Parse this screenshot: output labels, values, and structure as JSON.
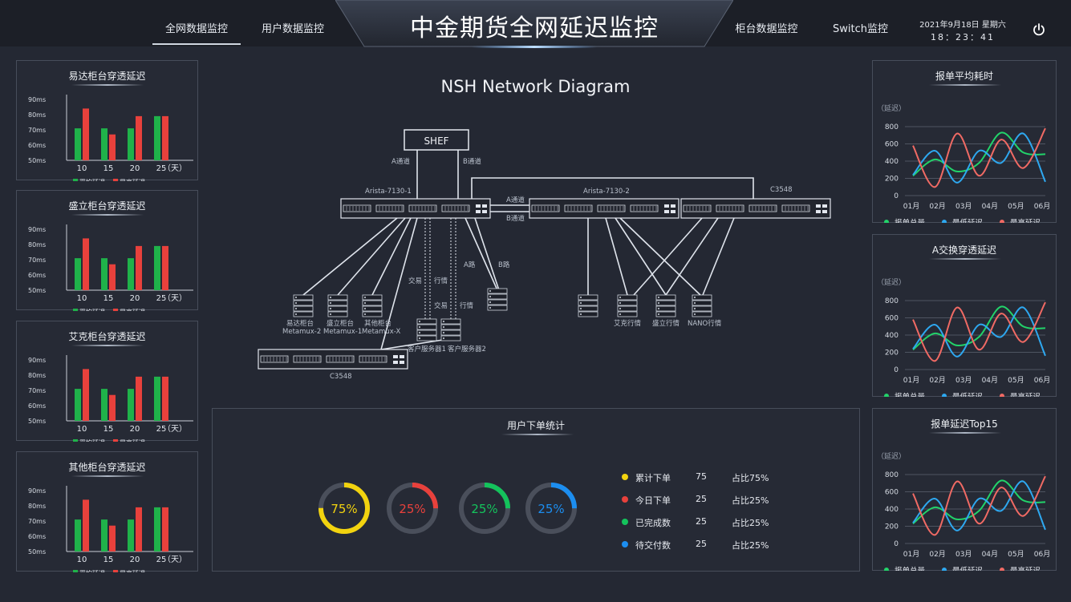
{
  "header": {
    "title": "中金期货全网延迟监控",
    "nav_left": [
      "全网数据监控",
      "用户数据监控"
    ],
    "nav_right": [
      "柜台数据监控",
      "Switch监控"
    ],
    "date": "2021年9月18日  星期六",
    "time": "18：23：41",
    "power_icon": "power-icon"
  },
  "left_panels": [
    {
      "title": "易达柜台穿透延迟"
    },
    {
      "title": "盛立柜台穿透延迟"
    },
    {
      "title": "艾克柜台穿透延迟"
    },
    {
      "title": "其他柜台穿透延迟"
    }
  ],
  "bar_chart_common": {
    "y_ticks": [
      "90ms",
      "80ms",
      "70ms",
      "60ms",
      "50ms"
    ],
    "x_unit": "（天）",
    "legend": [
      "平均延迟",
      "最高延迟"
    ],
    "colors": {
      "avg": "#1fb24a",
      "max": "#e8413c"
    }
  },
  "chart_data": [
    {
      "type": "bar",
      "title": "易达柜台穿透延迟",
      "categories": [
        "10",
        "15",
        "20",
        "25"
      ],
      "ylim": [
        50,
        90
      ],
      "series": [
        {
          "name": "平均延迟",
          "values": [
            71,
            71,
            71,
            79
          ]
        },
        {
          "name": "最高延迟",
          "values": [
            84,
            67,
            79,
            79
          ]
        }
      ]
    },
    {
      "type": "bar",
      "title": "盛立柜台穿透延迟",
      "categories": [
        "10",
        "15",
        "20",
        "25"
      ],
      "ylim": [
        50,
        90
      ],
      "series": [
        {
          "name": "平均延迟",
          "values": [
            71,
            71,
            71,
            79
          ]
        },
        {
          "name": "最高延迟",
          "values": [
            84,
            67,
            79,
            79
          ]
        }
      ]
    },
    {
      "type": "bar",
      "title": "艾克柜台穿透延迟",
      "categories": [
        "10",
        "15",
        "20",
        "25"
      ],
      "ylim": [
        50,
        90
      ],
      "series": [
        {
          "name": "平均延迟",
          "values": [
            71,
            71,
            71,
            79
          ]
        },
        {
          "name": "最高延迟",
          "values": [
            84,
            67,
            79,
            79
          ]
        }
      ]
    },
    {
      "type": "bar",
      "title": "其他柜台穿透延迟",
      "categories": [
        "10",
        "15",
        "20",
        "25"
      ],
      "ylim": [
        50,
        90
      ],
      "series": [
        {
          "name": "平均延迟",
          "values": [
            71,
            71,
            71,
            79
          ]
        },
        {
          "name": "最高延迟",
          "values": [
            84,
            67,
            79,
            79
          ]
        }
      ]
    },
    {
      "type": "line",
      "title": "报单平均耗时",
      "ylabel": "（延迟）",
      "categories": [
        "01月",
        "02月",
        "03月",
        "04月",
        "05月",
        "06月"
      ],
      "ylim": [
        0,
        800
      ],
      "series": [
        {
          "name": "报单总量",
          "values": [
            230,
            420,
            280,
            380,
            730,
            500,
            480
          ]
        },
        {
          "name": "最低延迟",
          "values": [
            240,
            520,
            150,
            520,
            380,
            720,
            160
          ]
        },
        {
          "name": "最高延迟",
          "values": [
            580,
            100,
            720,
            230,
            650,
            320,
            780
          ]
        }
      ]
    },
    {
      "type": "line",
      "title": "A交换穿透延迟",
      "ylabel": "（延迟）",
      "categories": [
        "01月",
        "02月",
        "03月",
        "04月",
        "05月",
        "06月"
      ],
      "ylim": [
        0,
        800
      ],
      "series": [
        {
          "name": "报单总量",
          "values": [
            230,
            420,
            280,
            380,
            730,
            500,
            480
          ]
        },
        {
          "name": "最低延迟",
          "values": [
            240,
            520,
            150,
            520,
            380,
            720,
            160
          ]
        },
        {
          "name": "最高延迟",
          "values": [
            580,
            100,
            720,
            230,
            650,
            320,
            780
          ]
        }
      ]
    },
    {
      "type": "line",
      "title": "报单延迟Top15",
      "ylabel": "（延迟）",
      "categories": [
        "01月",
        "02月",
        "03月",
        "04月",
        "05月",
        "06月"
      ],
      "ylim": [
        0,
        800
      ],
      "series": [
        {
          "name": "报单总量",
          "values": [
            230,
            420,
            280,
            380,
            730,
            500,
            480
          ]
        },
        {
          "name": "最低延迟",
          "values": [
            240,
            520,
            150,
            520,
            380,
            720,
            160
          ]
        },
        {
          "name": "最高延迟",
          "values": [
            580,
            100,
            720,
            230,
            650,
            320,
            780
          ]
        }
      ]
    }
  ],
  "line_chart_common": {
    "y_ticks": [
      "800",
      "600",
      "400",
      "200",
      "0"
    ],
    "legend": [
      "报单总量",
      "最低延迟",
      "最高延迟"
    ],
    "colors": {
      "total": "#22d36a",
      "low": "#2ea8f0",
      "high": "#f06a64"
    }
  },
  "right_panels": [
    {
      "title": "报单平均耗时"
    },
    {
      "title": "A交换穿透延迟"
    },
    {
      "title": "报单延迟Top15"
    }
  ],
  "diagram": {
    "title": "NSH Network Diagram",
    "shef": "SHEF",
    "labels": {
      "a_channel": "A通道",
      "b_channel": "B通道",
      "arista1": "Arista-7130-1",
      "arista2": "Arista-7130-2",
      "c3548_top": "C3548",
      "a_channel2": "A通道",
      "b_channel2": "B通道",
      "a_route": "A路",
      "b_route": "B路",
      "trade1": "交易",
      "quote1": "行情",
      "trade2": "交易",
      "quote2": "行情",
      "yida": "易达柜台",
      "yida2": "Metamux-2",
      "shengli": "盛立柜台",
      "shengli2": "Metamux-1",
      "other": "其他柜台",
      "other2": "Metamux-X",
      "client1": "客户服务器1",
      "client2": "客户服务器2",
      "c3548_bottom": "C3548",
      "aike_q": "艾克行情",
      "shengli_q": "盛立行情",
      "nano_q": "NANO行情"
    }
  },
  "orders": {
    "title": "用户下单统计",
    "rings": [
      {
        "label": "75%",
        "value": 0.75,
        "color": "#f2d30f"
      },
      {
        "label": "25%",
        "value": 0.25,
        "color": "#e8413c"
      },
      {
        "label": "25%",
        "value": 0.25,
        "color": "#14c35c"
      },
      {
        "label": "25%",
        "value": 0.25,
        "color": "#1c8ef0"
      }
    ],
    "legend": [
      {
        "name": "累计下单",
        "count": "75",
        "ratio": "占比75%",
        "color": "#f2d30f"
      },
      {
        "name": "今日下单",
        "count": "25",
        "ratio": "占比25%",
        "color": "#e8413c"
      },
      {
        "name": "已完成数",
        "count": "25",
        "ratio": "占比25%",
        "color": "#14c35c"
      },
      {
        "name": "待交付数",
        "count": "25",
        "ratio": "占比25%",
        "color": "#1c8ef0"
      }
    ]
  }
}
